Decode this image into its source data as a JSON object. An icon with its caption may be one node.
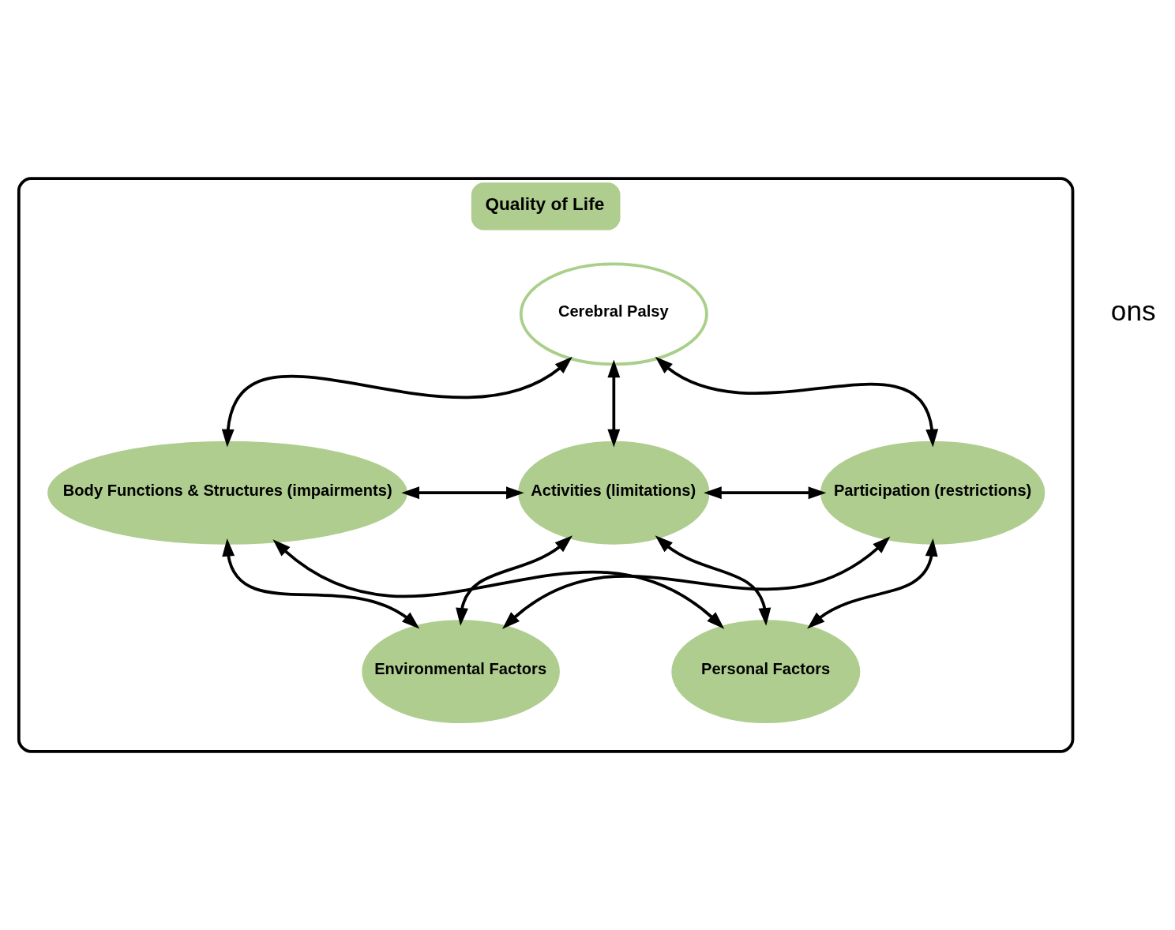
{
  "diagram": {
    "nodes": [
      {
        "text": [
          "Quality of Life"
        ]
      },
      {
        "text": [
          "Cerebral Palsy"
        ],
        "in": 0
      },
      {
        "text": [
          "Body Functions & Structures (impairments)"
        ],
        "in": 0
      },
      {
        "text": [
          "Activities (limitations)"
        ],
        "in": 0
      },
      {
        "text": [
          "Participation (restrictions)"
        ],
        "in": 0
      },
      {
        "text": [
          "Environmental Factors"
        ],
        "in": 0
      },
      {
        "text": [
          "Personal Factors"
        ],
        "in": 0
      }
    ],
    "edges": [
      {
        "from": 1,
        "to": 2,
        "arrow": "both"
      },
      {
        "from": 1,
        "to": 3,
        "arrow": "both"
      },
      {
        "from": 1,
        "to": 4,
        "arrow": "both"
      },
      {
        "from": 2,
        "to": 3,
        "arrow": "both"
      },
      {
        "from": 3,
        "to": 4,
        "arrow": "both"
      },
      {
        "from": 5,
        "to": 2,
        "arrow": "both"
      },
      {
        "from": 5,
        "to": 3,
        "arrow": "both"
      },
      {
        "from": 5,
        "to": 4,
        "arrow": "both"
      },
      {
        "from": 6,
        "to": 2,
        "arrow": "both"
      },
      {
        "from": 6,
        "to": 3,
        "arrow": "both"
      },
      {
        "from": 6,
        "to": 4,
        "arrow": "both"
      }
    ],
    "labels": [
      "ons"
    ]
  }
}
